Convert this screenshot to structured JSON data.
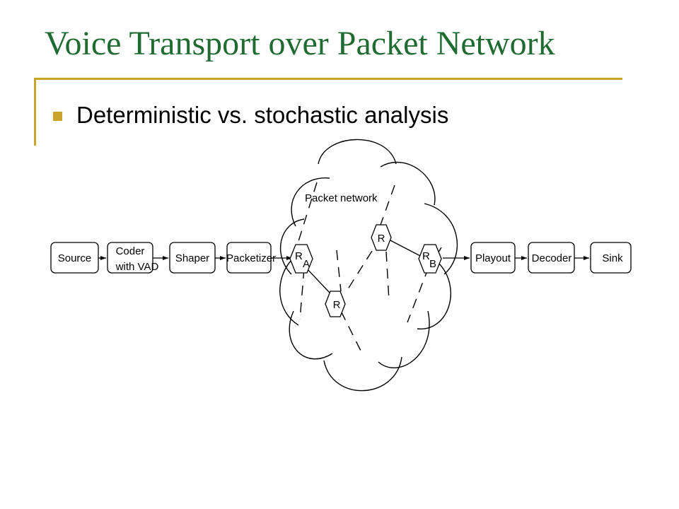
{
  "slide": {
    "title": "Voice Transport over Packet Network",
    "bullet": "Deterministic vs. stochastic analysis"
  },
  "diagram": {
    "cloud_label": "Packet network",
    "blocks": {
      "source": "Source",
      "coder_line1": "Coder",
      "coder_line2": "with VAD",
      "shaper": "Shaper",
      "packetizer": "Packetizer",
      "playout": "Playout",
      "decoder": "Decoder",
      "sink": "Sink"
    },
    "routers": {
      "router_a": "R",
      "router_a_sub": "A",
      "router_top": "R",
      "router_bottom": "R",
      "router_b": "R",
      "router_b_sub": "B"
    }
  },
  "colors": {
    "title": "#1f6b32",
    "accent": "#c8a52a"
  }
}
